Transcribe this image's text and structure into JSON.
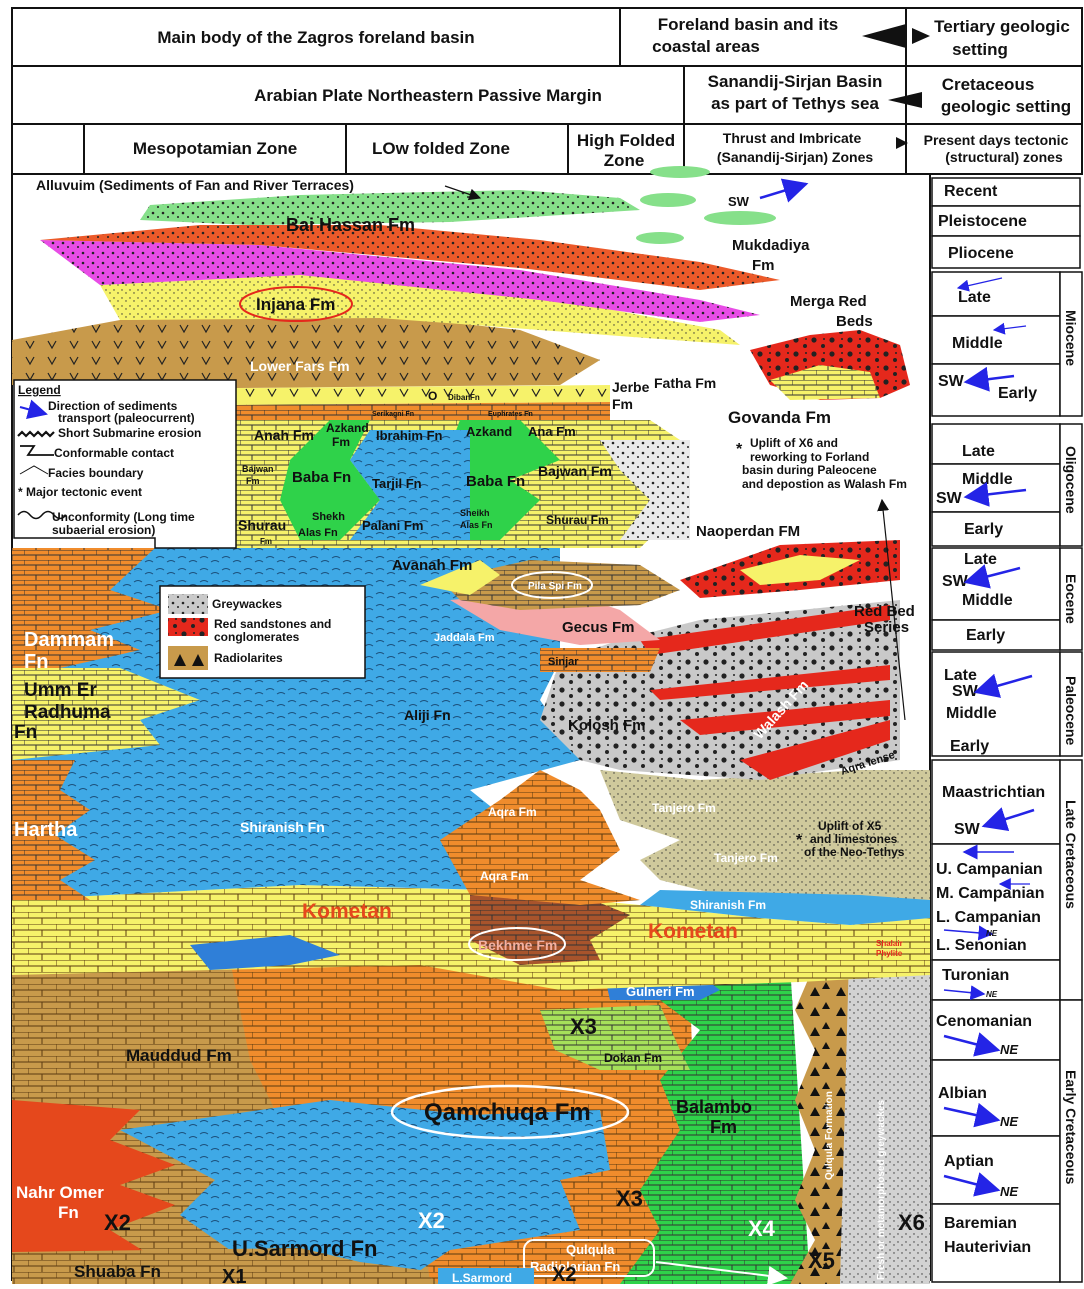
{
  "header": {
    "row1": {
      "main_body": "Main body of the  Zagros foreland basin",
      "foreland_line1": "Foreland basin and its",
      "foreland_line2": "coastal areas",
      "setting_line1": "Tertiary geologic",
      "setting_line2": "setting"
    },
    "row2": {
      "margin": "Arabian Plate Northeastern  Passive Margin",
      "sanandij_line1": "Sanandij-Sirjan Basin",
      "sanandij_line2": "as part of Tethys sea",
      "setting_line1": "Cretaceous",
      "setting_line2": "geologic setting"
    },
    "row3": {
      "mesopotamian": "Mesopotamian Zone",
      "low_folded": "LOw folded Zone",
      "high_line1": "High Folded",
      "high_line2": "Zone",
      "thrust_line1": "Thrust and Imbricate",
      "thrust_line2": "(Sanandij-Sirjan) Zones",
      "present_line1": "Present days tectonic",
      "present_line2": "(structural) zones"
    }
  },
  "timescale": {
    "recent": "Recent",
    "pleistocene": "Pleistocene",
    "pliocene": "Pliocene",
    "miocene_late": "Late",
    "miocene_middle": "Middle",
    "miocene_early": "Early",
    "oligo_late": "Late",
    "oligo_middle": "Middle",
    "oligo_early": "Early",
    "eocene_late": "Late",
    "eocene_middle": "Middle",
    "eocene_early": "Early",
    "paleo_late": "Late",
    "paleo_middle": "Middle",
    "paleo_early": "Early",
    "maastrichtian": "Maastrichtian",
    "u_campanian": "U. Campanian",
    "m_campanian": "M. Campanian",
    "l_campanian": "L. Campanian",
    "l_senonian": "L. Senonian",
    "turonian": "Turonian",
    "cenomanian": "Cenomanian",
    "albian": "Albian",
    "aptian": "Aptian",
    "baremian": "Baremian",
    "hauterivian": "Hauterivian",
    "sw": "SW",
    "ne": "NE"
  },
  "epochs": {
    "miocene": "Miocene",
    "oligocene": "Oligocene",
    "eocene": "Eocene",
    "paleocene": "Paleocene",
    "late_cretaceous": "Late   Cretaceous",
    "early_cretaceous": "Early   Cretaceous"
  },
  "legend": {
    "title": "Legend",
    "paleocurrent_line1": "Direction of sediments",
    "paleocurrent_line2": "transport (paleocurrent)",
    "short_erosion": "Short Submarine erosion",
    "conformable": "Conformable contact",
    "facies": "Facies boundary",
    "tectonic": "* Major tectonic event",
    "unconformity_line1": "Unconformity (Long time",
    "unconformity_line2": "subaerial     erosion)",
    "greywackes": "Greywackes",
    "red_line1": "Red sandstones and",
    "red_line2": "conglomerates",
    "radiolarites": "Radiolarites"
  },
  "formations": {
    "alluvium": "Alluvuim (Sediments of Fan and River Terraces)",
    "bai_hassan": "Bai Hassan Fm",
    "mukdadiya_1": "Mukdadiya",
    "mukdadiya_2": "Fm",
    "injana": "Injana Fm",
    "merga_1": "Merga Red",
    "merga_2": "Beds",
    "lower_fars": "Lower Fars Fm",
    "jerbe_1": "Jerbe",
    "jerbe_2": "Fm",
    "fatha": "Fatha Fm",
    "govanda": "Govanda Fm",
    "diban": "Diban",
    "fn_small": "Fn",
    "o_mark": "O",
    "serikagni": "Serikagni Fn",
    "euphrates": "Euphrates Fn",
    "anah": "Anah Fm",
    "azkand_1": "Azkand",
    "azkand_fm": "Fm",
    "ibrahim": "Ibrahim Fn",
    "azkand_2": "Azkand",
    "ana": "Ana Fm",
    "bajwan_small_1": "Bajwan",
    "bajwan_small_2": "Fm",
    "baba_1": "Baba Fn",
    "tarjil": "Tarjil Fn",
    "baba_2": "Baba Fn",
    "bajwan": "Bajwan Fm",
    "shurau_1": "Shurau",
    "shurau_fm": "Fm",
    "shekh_1a": "Shekh",
    "shekh_1b": "Alas Fn",
    "palani": "Palani Fm",
    "sheikh_2a": "Sheikh",
    "sheikh_2b": "Alas Fn",
    "shurau_2": "Shurau Fm",
    "uplift_x6_1": "Uplift of  X6 and",
    "uplift_x6_2": "reworking to Forland",
    "uplift_x6_3": "basin during Paleocene",
    "uplift_x6_4": "and depostion as Walash Fm",
    "naoperdan": "Naoperdan FM",
    "avanah": "Avanah Fm",
    "pila_spi": "Pila Spi Fm",
    "red_bed_1": "Red Bed",
    "red_bed_2": "Series",
    "dammam_1": "Dammam",
    "dammam_2": "Fn",
    "jaddala": "Jaddala Fm",
    "gecus": "Gecus Fm",
    "sinjar": "Sinjar",
    "umm_1": "Umm Er",
    "umm_2": "Radhuma",
    "umm_3": "Fn",
    "aliji": "Aliji Fn",
    "kolosh": "Kolosh Fm",
    "walash": "Walash Fm",
    "aqra_lense": "Aqra lense",
    "hartha": "Hartha",
    "shiranish_1": "Shiranish Fn",
    "aqra_1": "Aqra Fm",
    "tanjero_1": "Tanjero Fm",
    "uplift_x5_1": "Uplift of X5",
    "uplift_x5_2": "and limestones",
    "uplift_x5_3": "of the Neo-Tethys",
    "tanjero_2": "Tanjero Fm",
    "aqra_2": "Aqra Fm",
    "shiranish_2": "Shiranish Fm",
    "kometan_1": "Kometan",
    "kometan_2": "Kometan",
    "bekhme": "Bekhme Fm",
    "shalair_1": "Shalair",
    "shalair_2": "Phylite",
    "gulneri": "Gulneri Fm",
    "x3_a": "X3",
    "mauddud": "Mauddud Fm",
    "dokan": "Dokan Fm",
    "qamchuqa": "Qamchuqa Fm",
    "balambo_1": "Balambo",
    "balambo_2": "Fm",
    "qulqula_formation": "Qulqula Formation",
    "greywackes_vert": "Fresh or metamorphosed  greywackes",
    "x3_b": "X3",
    "nahr_omer_1": "Nahr Omer",
    "nahr_omer_2": "Fn",
    "x2_a": "X2",
    "x2_b": "X2",
    "u_sarmord": "U.Sarmord Fn",
    "x4": "X4",
    "x6": "X6",
    "x5": "X5",
    "qulqula_rad_1": "Qulqula",
    "qulqula_rad_2": "Radiolarian Fn",
    "shuaba": "Shuaba Fn",
    "x1": "X1",
    "l_sarmord": "L.Sarmord",
    "x2_c": "X2"
  },
  "colors": {
    "limestone_orange": "#f08c2c",
    "shale_blue": "#3fa9e6",
    "marl_yellow": "#f6f26a",
    "green": "#2fd24a",
    "light_green": "#86d97a",
    "brown": "#c89a4b",
    "red": "#e5281c",
    "magenta": "#e84de6",
    "pink": "#f4a7a7",
    "grey": "#c9c9c9",
    "tan": "#cfc99c",
    "arrow_blue": "#2424e6"
  }
}
